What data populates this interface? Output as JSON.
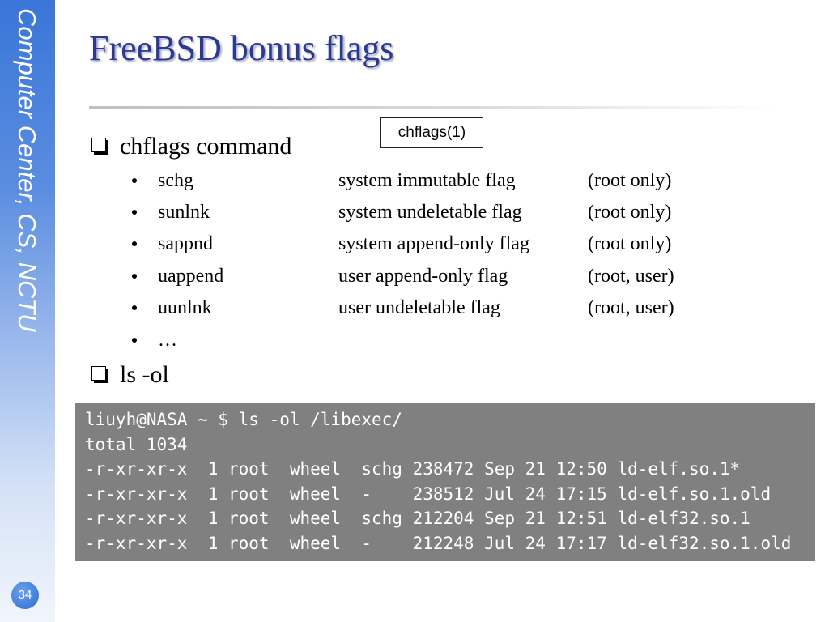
{
  "sidebar": {
    "text": "Computer Center, CS, NCTU"
  },
  "title": "FreeBSD bonus flags",
  "callout": {
    "label": "chflags(1)"
  },
  "sections": [
    {
      "icon": "square-bullet-icon",
      "heading": "chflags command",
      "items": [
        {
          "name": "schg",
          "description": "system immutable flag",
          "note": "(root only)"
        },
        {
          "name": "sunlnk",
          "description": "system undeletable flag",
          "note": "(root only)"
        },
        {
          "name": "sappnd",
          "description": "system append-only flag",
          "note": "(root only)"
        },
        {
          "name": "uappend",
          "description": "user append-only flag",
          "note": "(root, user)"
        },
        {
          "name": "uunlnk",
          "description": "user undeletable flag",
          "note": "(root, user)"
        },
        {
          "name": "…"
        }
      ]
    },
    {
      "icon": "square-bullet-icon",
      "heading": "ls -ol"
    }
  ],
  "terminal": {
    "lines": [
      "liuyh@NASA ~ $ ls -ol /libexec/",
      "total 1034",
      "-r-xr-xr-x  1 root  wheel  schg 238472 Sep 21 12:50 ld-elf.so.1*",
      "-r-xr-xr-x  1 root  wheel  -    238512 Jul 24 17:15 ld-elf.so.1.old",
      "-r-xr-xr-x  1 root  wheel  schg 212204 Sep 21 12:51 ld-elf32.so.1",
      "-r-xr-xr-x  1 root  wheel  -    212248 Jul 24 17:17 ld-elf32.so.1.old"
    ]
  },
  "page_number": "34",
  "colors": {
    "title": "#2b3990",
    "sidebar": "#3a76d8",
    "terminal_background": "#808080",
    "terminal_text": "#ffffff"
  }
}
